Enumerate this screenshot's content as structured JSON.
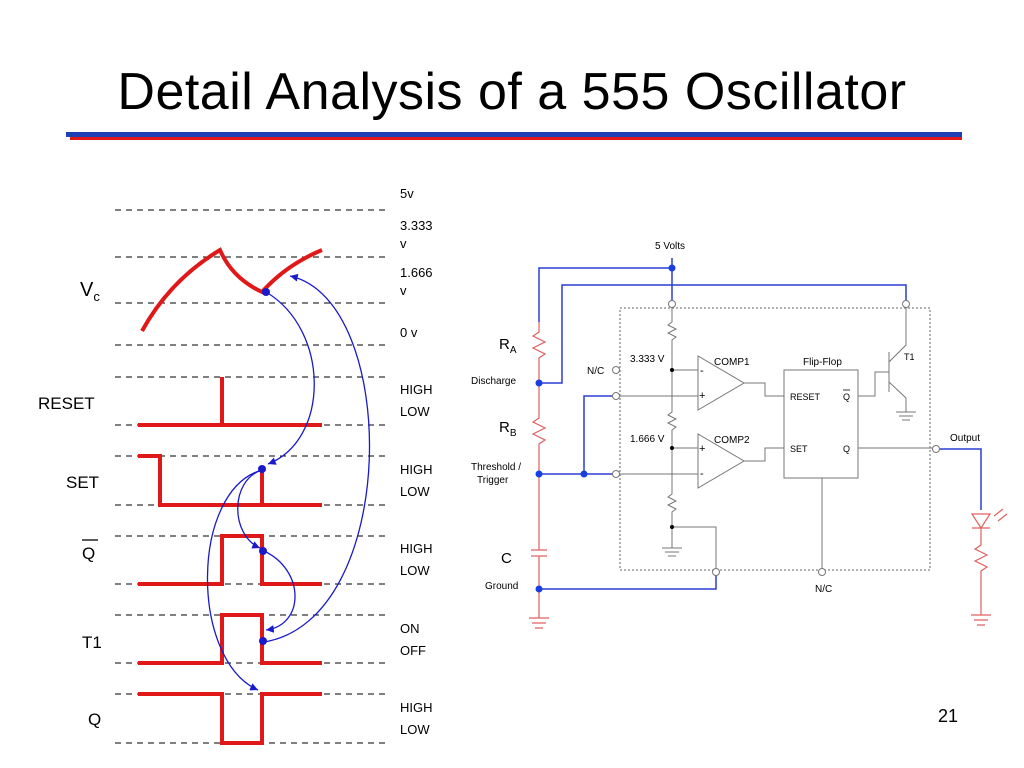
{
  "slide": {
    "title": "Detail Analysis of a 555 Oscillator",
    "page_number": "21"
  },
  "timing": {
    "signals": [
      {
        "name": "V",
        "subscript": "c",
        "levels": [
          "1.666 v"
        ]
      },
      {
        "name": "RESET",
        "levels": [
          "HIGH",
          "LOW"
        ]
      },
      {
        "name": "SET",
        "levels": [
          "HIGH",
          "LOW"
        ]
      },
      {
        "name": "Q",
        "overline": true,
        "levels": [
          "HIGH",
          "LOW"
        ]
      },
      {
        "name": "T1",
        "levels": [
          "ON",
          "OFF"
        ]
      },
      {
        "name": "Q",
        "levels": [
          "HIGH",
          "LOW"
        ]
      }
    ],
    "vc_levels": {
      "top": "5v",
      "upper_a": "3.333",
      "upper_b": "v",
      "mid_a": "1.666",
      "mid_b": "v",
      "zero": "0 v"
    }
  },
  "circuit": {
    "supply": "5 Volts",
    "ra": "R",
    "ra_sub": "A",
    "rb": "R",
    "rb_sub": "B",
    "c": "C",
    "discharge": "Discharge",
    "threshold": "Threshold /",
    "trigger": "Trigger",
    "ground": "Ground",
    "nc_left": "N/C",
    "v_upper": "3.333 V",
    "v_lower": "1.666 V",
    "comp1": "COMP1",
    "comp2": "COMP2",
    "flipflop": "Flip-Flop",
    "reset": "RESET",
    "set": "SET",
    "qbar": "Q",
    "q": "Q",
    "t1": "T1",
    "output": "Output",
    "nc_bottom": "N/C"
  },
  "colors": {
    "signal": "#e01818",
    "annotation": "#1a1acc",
    "wire": "#2a3fd0",
    "component": "#e06060"
  }
}
